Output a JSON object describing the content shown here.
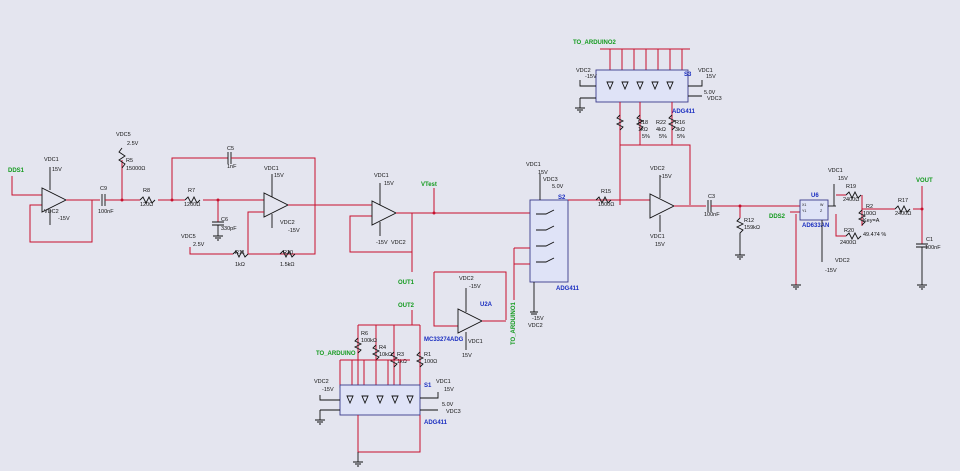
{
  "nets": {
    "dds1": "DDS1",
    "vtest": "VTest",
    "vout": "VOUT",
    "dds2": "DDS2",
    "out1": "OUT1",
    "out2": "OUT2",
    "to_arduino": "TO_ARDUINO",
    "to_arduino1": "TO_ARDUINO1",
    "to_arduino2": "TO_ARDUINO2"
  },
  "supplies": {
    "vdc1": "VDC1",
    "vdc2": "VDC2",
    "vdc3": "VDC3",
    "vdc5": "VDC5",
    "p15": "15V",
    "m15": "-15V",
    "p15a": "-15V",
    "n15": "-15V",
    "v25": "2.5V",
    "v50": "5.0V",
    "v15": "15V"
  },
  "components": {
    "C9": {
      "ref": "C9",
      "value": "100nF"
    },
    "C5": {
      "ref": "C5",
      "value": "1nF"
    },
    "C6": {
      "ref": "C6",
      "value": "330pF"
    },
    "C3": {
      "ref": "C3",
      "value": "100nF"
    },
    "C1": {
      "ref": "C1",
      "value": "100nF"
    },
    "R5": {
      "ref": "R5",
      "value": "15000Ω"
    },
    "R8": {
      "ref": "R8",
      "value": "120Ω"
    },
    "R7": {
      "ref": "R7",
      "value": "1200Ω"
    },
    "R11": {
      "ref": "R11",
      "value": "1kΩ"
    },
    "R10": {
      "ref": "R10",
      "value": "1.5kΩ"
    },
    "R15": {
      "ref": "R15",
      "value": "1000Ω"
    },
    "R18": {
      "ref": "R18",
      "value": "1kΩ",
      "tol": "5%"
    },
    "R22": {
      "ref": "R22",
      "value": "4kΩ",
      "tol": "5%"
    },
    "R16": {
      "ref": "R16",
      "value": "3kΩ",
      "tol": "5%"
    },
    "R12": {
      "ref": "R12",
      "value": "159kΩ"
    },
    "R19": {
      "ref": "R19",
      "value": "2400Ω"
    },
    "R20": {
      "ref": "R20",
      "value": "2400Ω"
    },
    "R17": {
      "ref": "R17",
      "value": "2400Ω"
    },
    "R2": {
      "ref": "R2",
      "value": "100Ω",
      "key": "Key=A",
      "pct": "49.474 %"
    },
    "R6": {
      "ref": "R6",
      "value": "100kΩ"
    },
    "R4": {
      "ref": "R4",
      "value": "10kΩ"
    },
    "R3": {
      "ref": "R3",
      "value": "1kΩ"
    },
    "R1": {
      "ref": "R1",
      "value": "100Ω"
    }
  },
  "ics": {
    "S1": {
      "ref": "S1",
      "part": "ADG411"
    },
    "S2": {
      "ref": "S2",
      "part": "ADG411"
    },
    "S3": {
      "ref": "S3",
      "part": "ADG411"
    },
    "U2A": {
      "ref": "U2A",
      "part": "MC33274ADG"
    },
    "U6": {
      "ref": "U6",
      "part": "AD633AN"
    }
  },
  "u6_pins": {
    "x1": "X1",
    "x2": "X2",
    "y1": "Y1",
    "y2": "Y2",
    "w": "W",
    "z": "Z"
  }
}
